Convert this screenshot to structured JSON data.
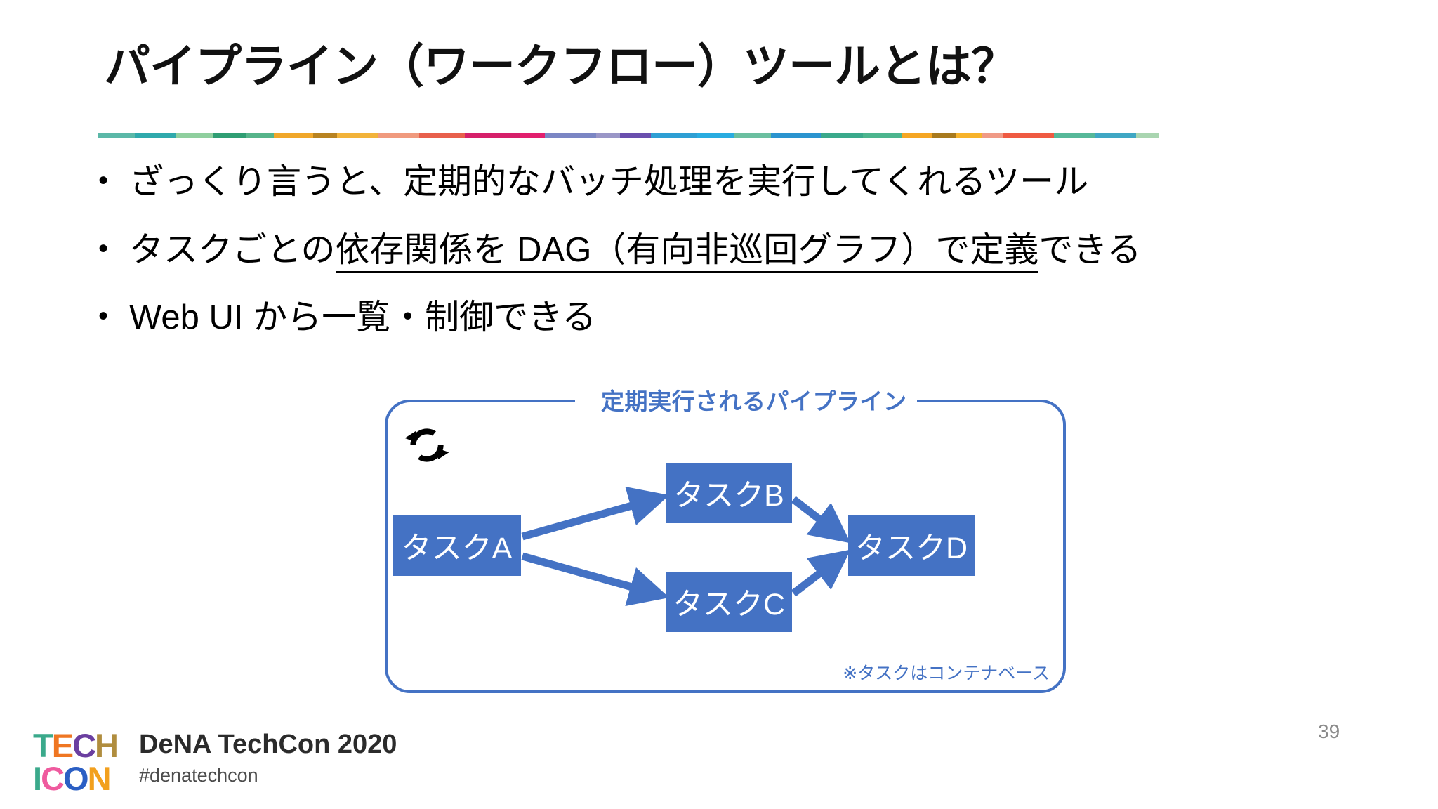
{
  "slide": {
    "title": "パイプライン（ワークフロー）ツールとは？",
    "page_number": "39",
    "background_color": "#ffffff",
    "accent_color": "#4472c4"
  },
  "divider": {
    "segments": [
      {
        "color": "#5bb8a8",
        "width": 52
      },
      {
        "color": "#2fa9ac",
        "width": 60
      },
      {
        "color": "#8fcf9e",
        "width": 52
      },
      {
        "color": "#2f9e73",
        "width": 48
      },
      {
        "color": "#56b48a",
        "width": 40
      },
      {
        "color": "#f0a72a",
        "width": 56
      },
      {
        "color": "#b88321",
        "width": 34
      },
      {
        "color": "#f2b33a",
        "width": 60
      },
      {
        "color": "#f09a7e",
        "width": 58
      },
      {
        "color": "#e8604c",
        "width": 66
      },
      {
        "color": "#d6206a",
        "width": 78
      },
      {
        "color": "#e21f6e",
        "width": 36
      },
      {
        "color": "#7b86c4",
        "width": 74
      },
      {
        "color": "#9a96c7",
        "width": 34
      },
      {
        "color": "#6a4fae",
        "width": 44
      },
      {
        "color": "#2e9fd4",
        "width": 66
      },
      {
        "color": "#29ace0",
        "width": 54
      },
      {
        "color": "#6bbfa0",
        "width": 52
      },
      {
        "color": "#2b94cf",
        "width": 72
      },
      {
        "color": "#3aa98b",
        "width": 60
      },
      {
        "color": "#4cb58e",
        "width": 56
      },
      {
        "color": "#f5a623",
        "width": 44
      },
      {
        "color": "#a87a1e",
        "width": 34
      },
      {
        "color": "#f7b32b",
        "width": 38
      },
      {
        "color": "#f09a86",
        "width": 30
      },
      {
        "color": "#ef5a42",
        "width": 72
      },
      {
        "color": "#56b899",
        "width": 60
      },
      {
        "color": "#3fa7c4",
        "width": 58
      },
      {
        "color": "#a9d5b0",
        "width": 32
      }
    ]
  },
  "bullets": [
    {
      "marker": "•",
      "segments": [
        {
          "text": "ざっくり言うと、定期的なバッチ処理を実行してくれるツール",
          "underline": false
        }
      ]
    },
    {
      "marker": "•",
      "segments": [
        {
          "text": "タスクごとの",
          "underline": false
        },
        {
          "text": "依存関係を DAG（有向非巡回グラフ）で定義",
          "underline": true
        },
        {
          "text": "できる",
          "underline": false
        }
      ]
    },
    {
      "marker": "•",
      "segments": [
        {
          "text": "Web UI から一覧・制御できる",
          "underline": false
        }
      ]
    }
  ],
  "diagram": {
    "label": "定期実行されるパイプライン",
    "note": "※タスクはコンテナベース",
    "refresh_icon": "refresh-cycle-icon",
    "nodes": [
      {
        "id": "a",
        "label": "タスクA"
      },
      {
        "id": "b",
        "label": "タスクB"
      },
      {
        "id": "c",
        "label": "タスクC"
      },
      {
        "id": "d",
        "label": "タスクD"
      }
    ],
    "edges": [
      {
        "from": "タスクA",
        "to": "タスクB"
      },
      {
        "from": "タスクA",
        "to": "タスクC"
      },
      {
        "from": "タスクB",
        "to": "タスクD"
      },
      {
        "from": "タスクC",
        "to": "タスクD"
      }
    ]
  },
  "footer": {
    "title": "DeNA TechCon 2020",
    "hashtag": "#denatechcon",
    "logo": {
      "line1": [
        {
          "char": "T",
          "color": "#3aa98b"
        },
        {
          "char": "E",
          "color": "#ef7622"
        },
        {
          "char": "C",
          "color": "#6b3fa0"
        },
        {
          "char": "H",
          "color": "#b08d3e"
        }
      ],
      "line2": [
        {
          "char": "I",
          "color": "#3aa98b"
        },
        {
          "char": "C",
          "color": "#ef5a9e"
        },
        {
          "char": "O",
          "color": "#2b5fc4"
        },
        {
          "char": "N",
          "color": "#f2a01e"
        }
      ]
    }
  }
}
